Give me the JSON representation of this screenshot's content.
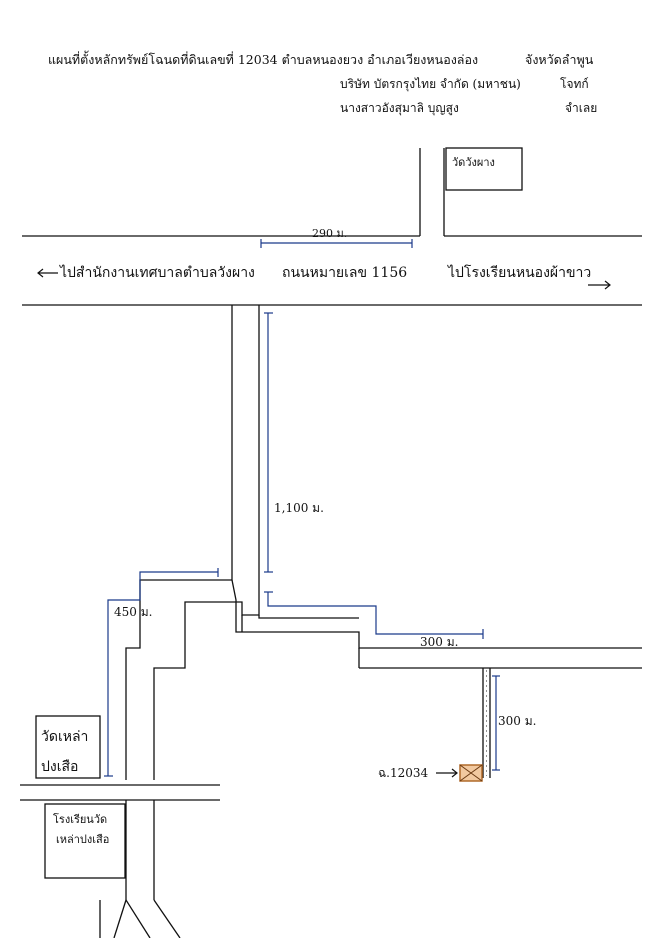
{
  "header": {
    "line1": "แผนที่ตั้งหลักทรัพย์โฉนดที่ดินเลขที่ 12034   ตำบลหนองยวง   อำเภอเวียงหนองล่อง",
    "province": "จังหวัดลำพูน",
    "company": "บริษัท บัตรกรุงไทย จำกัด (มหาชน)",
    "role_plaintiff": "โจทก์",
    "person": "นางสาวอังสุมาลิ บุญสูง",
    "role_defendant": "จำเลย"
  },
  "labels": {
    "wat_wang_phang": "วัดวังผาง",
    "to_office": "ไปสำนักงานเทศบาลตำบลวังผาง",
    "road_name": "ถนนหมายเลข 1156",
    "to_school": "ไปโรงเรียนหนองผ้าขาว",
    "wat_lao_line1": "วัดเหล่า",
    "wat_lao_line2": "ปงเสือ",
    "school_line1": "โรงเรียนวัด",
    "school_line2": "เหล่าปงเสือ",
    "parcel": "ฉ.12034"
  },
  "distances": {
    "d290": "290 ม.",
    "d1100": "1,100 ม.",
    "d450": "450 ม.",
    "d300a": "300  ม.",
    "d300b": "300 ม."
  },
  "colors": {
    "line": "#111111",
    "dimension": "#1a3a8a",
    "parcel_fill": "#f2c9a0",
    "parcel_stroke": "#b06a2a"
  }
}
